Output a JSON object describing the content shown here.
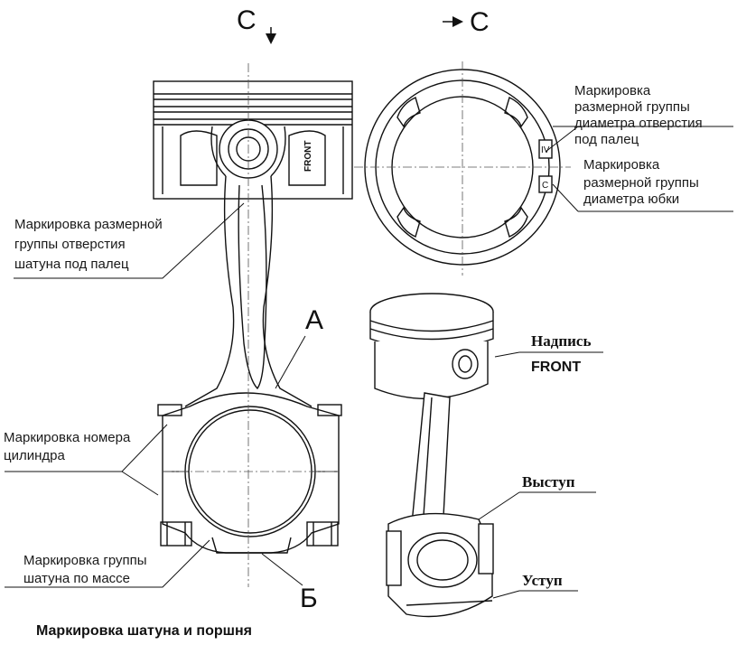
{
  "view_marks": {
    "left": "C",
    "right": "C"
  },
  "labels": {
    "rod_pin_bore_group": [
      "Маркировка размерной",
      "группы отверстия",
      "шатуна под палец"
    ],
    "piston_pin_bore_group": [
      "Маркировка",
      "размерной группы",
      "диаметра отверстия",
      "под палец"
    ],
    "piston_skirt_group": [
      "Маркировка",
      "размерной группы",
      "диаметра юбки"
    ],
    "cylinder_number": [
      "Маркировка номера",
      "цилиндра"
    ],
    "rod_mass_group": [
      "Маркировка группы",
      "шатуна по массе"
    ],
    "point_a": "А",
    "point_b": "Б",
    "front_inscription": "Надпись",
    "front_word": "FRONT",
    "ledge": "Выступ",
    "step": "Уступ"
  },
  "piston_marks": {
    "pin_group": "IV",
    "skirt_group": "C",
    "front_vertical": "FRONT"
  },
  "caption": "Маркировка шатуна и поршня"
}
